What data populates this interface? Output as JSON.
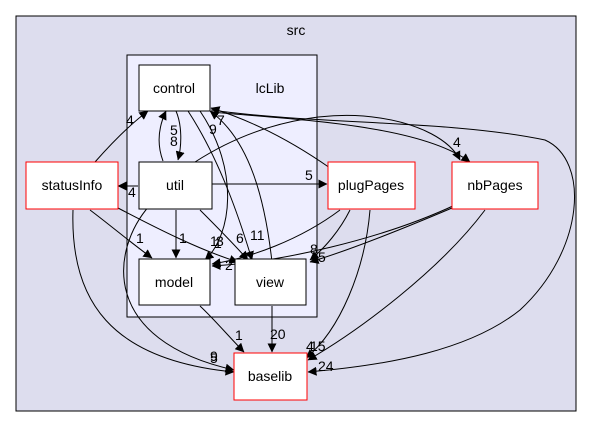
{
  "clusters": {
    "outer": {
      "title": "src"
    },
    "inner": {
      "title": "lcLib"
    }
  },
  "nodes": {
    "control": {
      "label": "control",
      "border": "#000000"
    },
    "util": {
      "label": "util",
      "border": "#000000"
    },
    "model": {
      "label": "model",
      "border": "#000000"
    },
    "view": {
      "label": "view",
      "border": "#000000"
    },
    "statusInfo": {
      "label": "statusInfo",
      "border": "#ff0000"
    },
    "plugPages": {
      "label": "plugPages",
      "border": "#ff0000"
    },
    "nbPages": {
      "label": "nbPages",
      "border": "#ff0000"
    },
    "baselib": {
      "label": "baselib",
      "border": "#ff0000"
    }
  },
  "edge_labels": {
    "statusInfo_control": "4",
    "util_control": "5",
    "control_util": "8",
    "view_control": "9",
    "plugPages_control": "7",
    "statusInfo_util": "4",
    "util_plugPages": "5",
    "control_nbPages": "4",
    "statusInfo_model": "1",
    "util_model": "1",
    "control_model": "3",
    "statusInfo_view": "1",
    "control_view": "6",
    "util_view": "11",
    "plugPages_model": "1",
    "nbPages_model": "2",
    "plugPages_view": "8",
    "nbPages_view": "5",
    "model_baselib": "1",
    "view_baselib": "20",
    "statusInfo_baselib": "5",
    "util_baselib": "9",
    "plugPages_baselib": "4",
    "nbPages_baselib": "15",
    "control_baselib": "24"
  },
  "colors": {
    "outer_cluster_fill": "#ddddee",
    "inner_cluster_fill": "#eeeeff",
    "edge": "#000000"
  }
}
